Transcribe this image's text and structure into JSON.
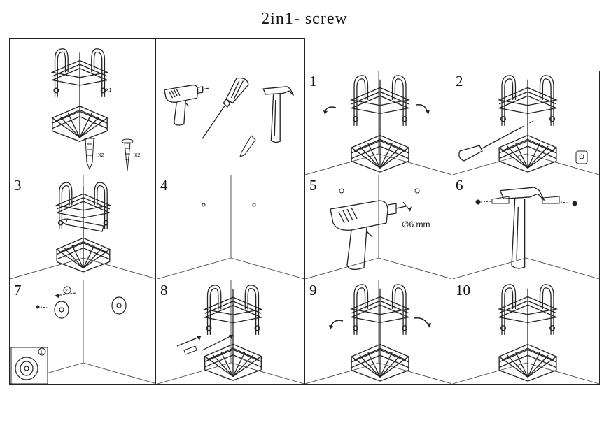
{
  "title": "2in1- screw",
  "panels": {
    "parts": {
      "shelf_qty": "X1",
      "anchor_qty": "X2",
      "screw_qty": "X2"
    },
    "steps": [
      "1",
      "2",
      "3",
      "4",
      "5",
      "6",
      "7",
      "8",
      "9",
      "10"
    ],
    "drill_label": "∅6 mm",
    "substeps": [
      "2",
      "1"
    ]
  }
}
